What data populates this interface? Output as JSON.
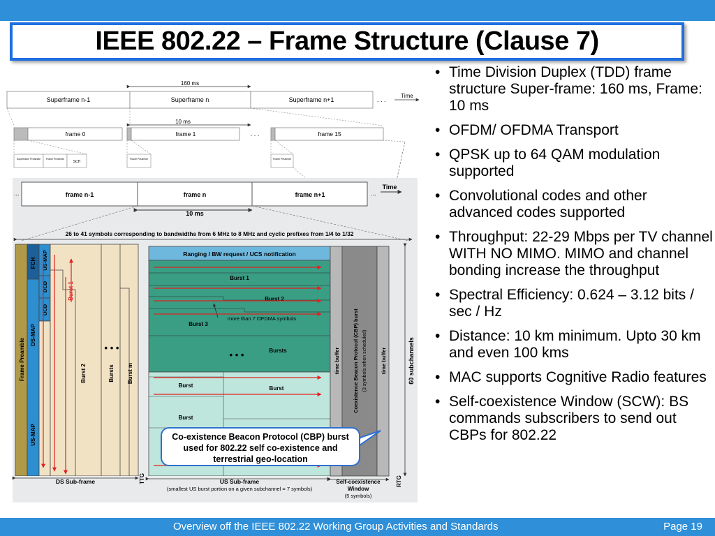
{
  "title": "IEEE 802.22 – Frame Structure (Clause 7)",
  "footer": {
    "text": "Overview off the IEEE 802.22 Working Group Activities and Standards",
    "page": "Page 19"
  },
  "bullets": [
    "Time Division Duplex (TDD) frame structure Super-frame: 160 ms, Frame: 10 ms",
    "OFDM/ OFDMA Transport",
    "QPSK up to 64 QAM modulation supported",
    "Convolutional codes and other advanced codes supported",
    "Throughput: 22-29 Mbps per TV channel WITH NO MIMO. MIMO and channel bonding increase the throughput",
    "Spectral Efficiency: 0.624 – 3.12 bits / sec / Hz",
    "Distance: 10 km minimum. Upto 30 km and even 100 kms",
    "MAC supports Cognitive Radio features",
    "Self-coexistence Window (SCW): BS commands subscribers to send out CBPs for 802.22"
  ],
  "diagram": {
    "superframe": {
      "duration": "160 ms",
      "time": "Time",
      "cells": [
        "Superframe n-1",
        "Superframe n",
        "Superframe n+1"
      ]
    },
    "frames": {
      "duration": "10 ms",
      "cells": [
        "frame 0",
        "frame 1",
        "frame 15"
      ],
      "dots": ". . ."
    },
    "headers": {
      "superframe_preamble": "Superframe Preamble",
      "frame_preamble": "Frame Preamble",
      "sch": "SCH"
    },
    "frame_row": {
      "cells": [
        "frame n-1",
        "frame n",
        "frame n+1"
      ],
      "time": "Time",
      "duration": "10 ms"
    },
    "symbols_note": "26 to 41 symbols corresponding to bandwidths from 6 MHz to 8 MHz and cyclic prefixes from 1/4 to 1/32",
    "ds": {
      "frame_preamble": "Frame Preamble",
      "fch": "FCH",
      "dcd": "DCD",
      "ucd": "UCD",
      "us_map_top": "US-MAP",
      "ds_map": "DS-MAP",
      "us_map": "US-MAP",
      "burst1": "Burst 1",
      "burst2": "Burst 2",
      "bursts": "Bursts",
      "burstm": "Burst m",
      "label": "DS Sub-frame",
      "dots": "• • •"
    },
    "ttg": "TTG",
    "us": {
      "ranging": "Ranging / BW request / UCS notification",
      "burst1": "Burst 1",
      "burst2": "Burst 2",
      "burst3": "Burst 3",
      "note": "more than 7 OFDMA symbols",
      "bursts": "Bursts",
      "burst_a": "Burst",
      "burst_b": "Burst",
      "burst_c": "Burst",
      "label": "US Sub-frame",
      "sublabel": "(smallest US burst portion on a given subchannel = 7 symbols)",
      "dots": "• • •"
    },
    "tb1": "time buffer",
    "cbp": "Coexistence Beacon Protocol (CBP) burst",
    "cbp_sub": "(3 symbols when scheduled)",
    "tb2": "time buffer",
    "sc": {
      "line1": "Self-coexistence",
      "line2": "Window",
      "line3": "(5 symbols)"
    },
    "rtg": "RTG",
    "subch": "60 subchannels"
  },
  "callout": "Co-existence Beacon Protocol (CBP) burst used for 802.22 self co-existence and terrestrial geo-location",
  "colors": {
    "accent": "#2f8fd8",
    "title_border": "#1f6fe0",
    "ds_blue": "#2d8ed0",
    "us_teal": "#3a9e85",
    "us_light": "#bfe6dc",
    "tan": "#f1e2c4"
  }
}
